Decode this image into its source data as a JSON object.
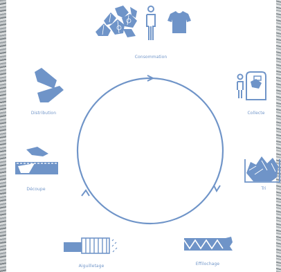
{
  "accent_color": "#6f94c8",
  "stages": [
    {
      "key": "consommation",
      "label": "Consommation"
    },
    {
      "key": "collecte",
      "label": "Collecte"
    },
    {
      "key": "tri",
      "label": "Tri"
    },
    {
      "key": "effilochage",
      "label": "Effilochage"
    },
    {
      "key": "aiguilletage",
      "label": "Aiguilletage"
    },
    {
      "key": "decoupe",
      "label": "Découpe"
    },
    {
      "key": "distribution",
      "label": "Distribution"
    }
  ]
}
